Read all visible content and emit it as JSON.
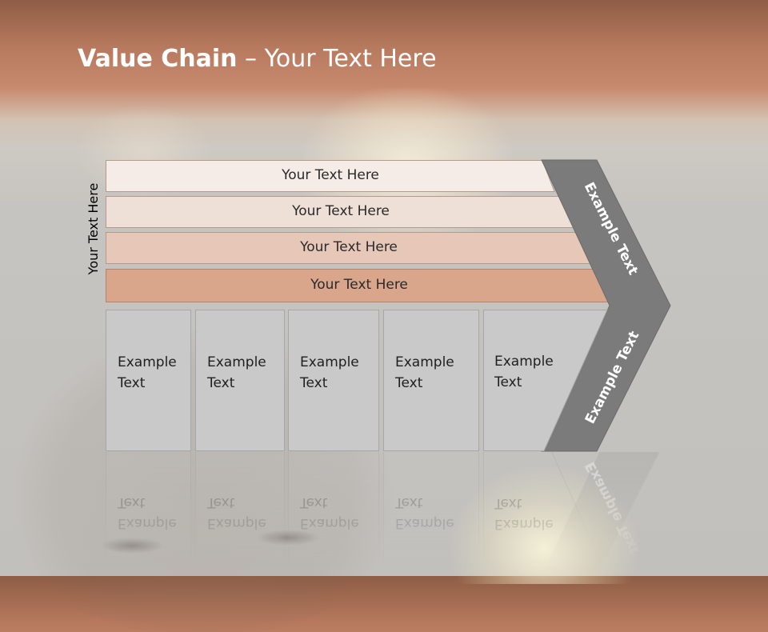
{
  "slide": {
    "title_bold": "Value Chain",
    "title_rest": " – Your Text Here",
    "side_label": "Your Text Here"
  },
  "bars": [
    {
      "label": "Your Text Here",
      "color": "#f5ebe7"
    },
    {
      "label": "Your Text Here",
      "color": "#eedfd7"
    },
    {
      "label": "Your Text Here",
      "color": "#e7c8b8"
    },
    {
      "label": "Your Text Here",
      "color": "#d9a58b"
    }
  ],
  "boxes": [
    {
      "line1": "Example",
      "line2": "Text"
    },
    {
      "line1": "Example",
      "line2": "Text"
    },
    {
      "line1": "Example",
      "line2": "Text"
    },
    {
      "line1": "Example",
      "line2": "Text"
    },
    {
      "line1": "Example",
      "line2": "Text"
    }
  ],
  "chevron": {
    "upper_label": "Example Text",
    "lower_label": "Example Text",
    "color": "#7b7b7b"
  },
  "colors": {
    "box_fill": "#c9c9c9",
    "box_border": "#a7a7a7"
  }
}
